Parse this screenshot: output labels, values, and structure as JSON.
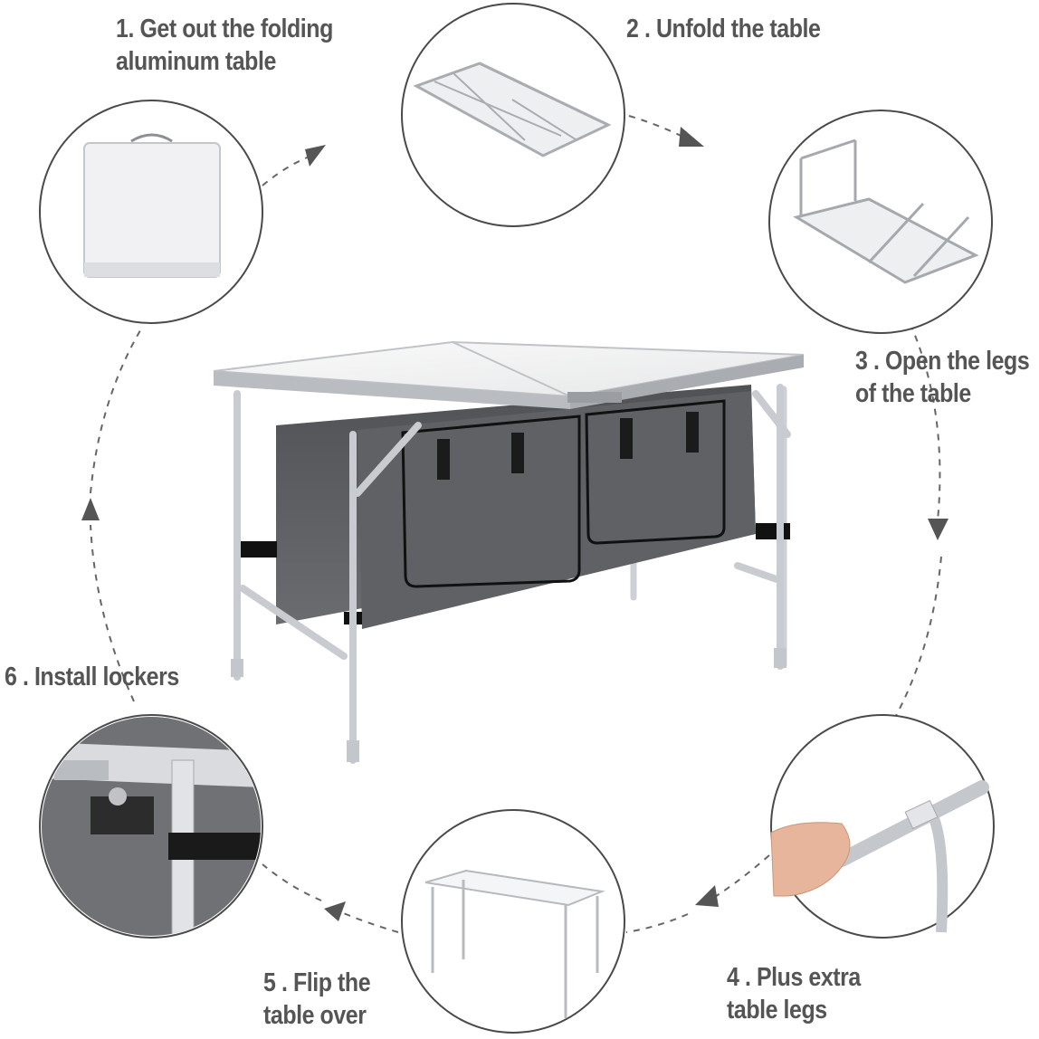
{
  "steps": [
    {
      "number": "1.",
      "lines": [
        "1. Get out the folding",
        "aluminum table"
      ]
    },
    {
      "number": "2 .",
      "lines": [
        "2 . Unfold the table"
      ]
    },
    {
      "number": "3 .",
      "lines": [
        "3 . Open the legs",
        "of the table"
      ]
    },
    {
      "number": "4 .",
      "lines": [
        "4 . Plus extra",
        "table legs"
      ]
    },
    {
      "number": "5 .",
      "lines": [
        "5 . Flip the",
        "table over"
      ]
    },
    {
      "number": "6 .",
      "lines": [
        "6 . Install lockers"
      ]
    }
  ],
  "colors": {
    "label_text": "#555555",
    "circle_stroke": "#555555",
    "arrow": "#555555",
    "aluminum": "#c9ccd0",
    "tabletop": "#f2f3f4",
    "storage_fabric": "#5b5d60"
  },
  "icons": [
    "folded-table",
    "unfolded-table",
    "legs-open-table",
    "extra-leg-insert",
    "flipped-table",
    "locker-buckle",
    "table-with-storage"
  ]
}
